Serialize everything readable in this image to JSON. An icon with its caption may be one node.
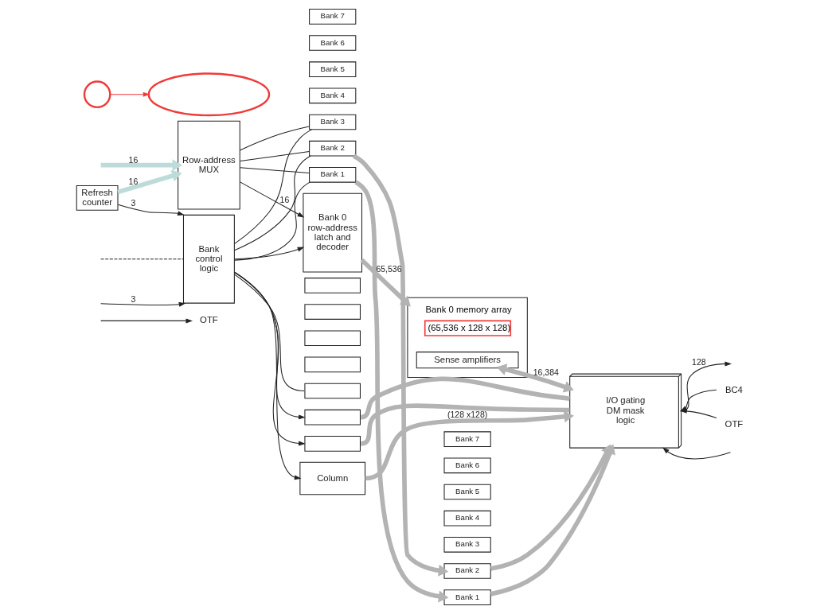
{
  "diagram": {
    "nodes": [
      {
        "text": [
          "OTF"
        ]
      },
      {
        "text": [
          "Bank 7"
        ]
      },
      {
        "text": [
          "Bank 6"
        ]
      },
      {
        "text": [
          "Bank 5"
        ]
      },
      {
        "text": [
          "Bank 4"
        ]
      },
      {
        "text": [
          "Bank 3"
        ]
      },
      {
        "text": [
          "Bank 2"
        ]
      },
      {
        "text": [
          "Bank 1"
        ]
      },
      {
        "text": [
          "Bank 7"
        ]
      },
      {
        "text": [
          "Bank 6"
        ]
      },
      {
        "text": [
          "Bank 5"
        ]
      },
      {
        "text": [
          "Bank 4"
        ]
      },
      {
        "text": [
          "Bank 3"
        ]
      },
      {
        "text": [
          "Bank 2"
        ]
      },
      {
        "text": [
          "Bank 1"
        ]
      },
      {
        "text": [
          "Refresh counter"
        ]
      },
      {
        "text": [
          "Row-address MUX"
        ]
      },
      {
        "text": [
          "Bank 0 row-address latch and decoder"
        ]
      },
      {
        "text": [
          "Bank 0 memory array",
          "(65,536 x 128 x 128)"
        ]
      },
      {
        "text": [
          "Sense amplifiers"
        ],
        "in": 18
      },
      {
        "text": [
          "I/O gating DM mask logic"
        ]
      },
      {
        "text": [
          "BC4"
        ]
      },
      {
        "text": [
          "OTF"
        ]
      },
      {
        "text": [
          "Bank control logic"
        ]
      },
      {
        "text": [],
        "shape": "circle"
      },
      {
        "text": [],
        "shape": "ellipse"
      },
      {
        "text": [],
        "shape": "box"
      },
      {
        "text": [],
        "shape": "box"
      },
      {
        "text": [],
        "shape": "box"
      },
      {
        "text": [],
        "shape": "box"
      },
      {
        "text": [],
        "shape": "box"
      },
      {
        "text": [],
        "shape": "box"
      },
      {
        "text": [],
        "shape": "box"
      },
      {
        "text": [
          "Column"
        ]
      }
    ],
    "edges": [
      {
        "from": null,
        "to": 0,
        "arrow": "to"
      },
      {
        "from": 15,
        "to": 16,
        "arrow": "to",
        "label": "16",
        "style": "thick",
        "color": "#bddcd9"
      },
      {
        "from": null,
        "to": 16,
        "arrow": "to",
        "label": "16",
        "style": "thick",
        "color": "#bddcd9"
      },
      {
        "from": 16,
        "to": 17,
        "arrow": "to",
        "label": "16"
      },
      {
        "from": 16,
        "to": 7,
        "arrow": "none"
      },
      {
        "from": 16,
        "to": 6,
        "arrow": "none"
      },
      {
        "from": 16,
        "to": 5,
        "arrow": "none"
      },
      {
        "from": 17,
        "to": 18,
        "arrow": "to",
        "label": "65,536",
        "style": "thick",
        "color": "#b3b3b3"
      },
      {
        "from": 7,
        "to": 14,
        "arrow": "to",
        "style": "thick",
        "color": "#b3b3b3"
      },
      {
        "from": 6,
        "to": 13,
        "arrow": "to",
        "style": "thick",
        "color": "#b3b3b3"
      },
      {
        "from": 19,
        "to": 20,
        "arrow": "both",
        "label": "16,384",
        "style": "thick",
        "color": "#b3b3b3"
      },
      {
        "from": 14,
        "to": 20,
        "arrow": "to",
        "style": "thick",
        "color": "#b3b3b3"
      },
      {
        "from": 13,
        "to": 20,
        "arrow": "to",
        "style": "thick",
        "color": "#b3b3b3"
      },
      {
        "from": null,
        "to": 20,
        "arrow": "both",
        "label": "128"
      },
      {
        "from": 21,
        "to": 20,
        "arrow": "to"
      },
      {
        "from": 22,
        "to": 20,
        "arrow": "to"
      },
      {
        "from": null,
        "to": 20,
        "arrow": "to"
      },
      {
        "from": 15,
        "to": 23,
        "arrow": "to",
        "label": "3"
      },
      {
        "from": null,
        "to": 23,
        "arrow": "none",
        "style": "dashed"
      },
      {
        "from": null,
        "to": 23,
        "arrow": "to",
        "label": "3"
      },
      {
        "from": 23,
        "to": 17,
        "arrow": "to"
      },
      {
        "from": 23,
        "to": 7,
        "arrow": "none"
      },
      {
        "from": 23,
        "to": 6,
        "arrow": "none"
      },
      {
        "from": 23,
        "to": 5,
        "arrow": "none"
      },
      {
        "from": 23,
        "to": 28,
        "arrow": "none"
      },
      {
        "from": 23,
        "to": 27,
        "arrow": "to"
      },
      {
        "from": 23,
        "to": 26,
        "arrow": "to"
      },
      {
        "from": 23,
        "to": 33,
        "arrow": "to"
      },
      {
        "from": 33,
        "to": 20,
        "arrow": "to",
        "label": "(128 x128)",
        "style": "thick",
        "color": "#b3b3b3"
      },
      {
        "from": 26,
        "to": 20,
        "arrow": "none",
        "style": "thick",
        "color": "#b3b3b3"
      },
      {
        "from": 27,
        "to": 20,
        "arrow": "none",
        "style": "thick",
        "color": "#b3b3b3"
      },
      {
        "from": 24,
        "to": 25,
        "arrow": "to",
        "color": "#f03a3a"
      }
    ]
  }
}
